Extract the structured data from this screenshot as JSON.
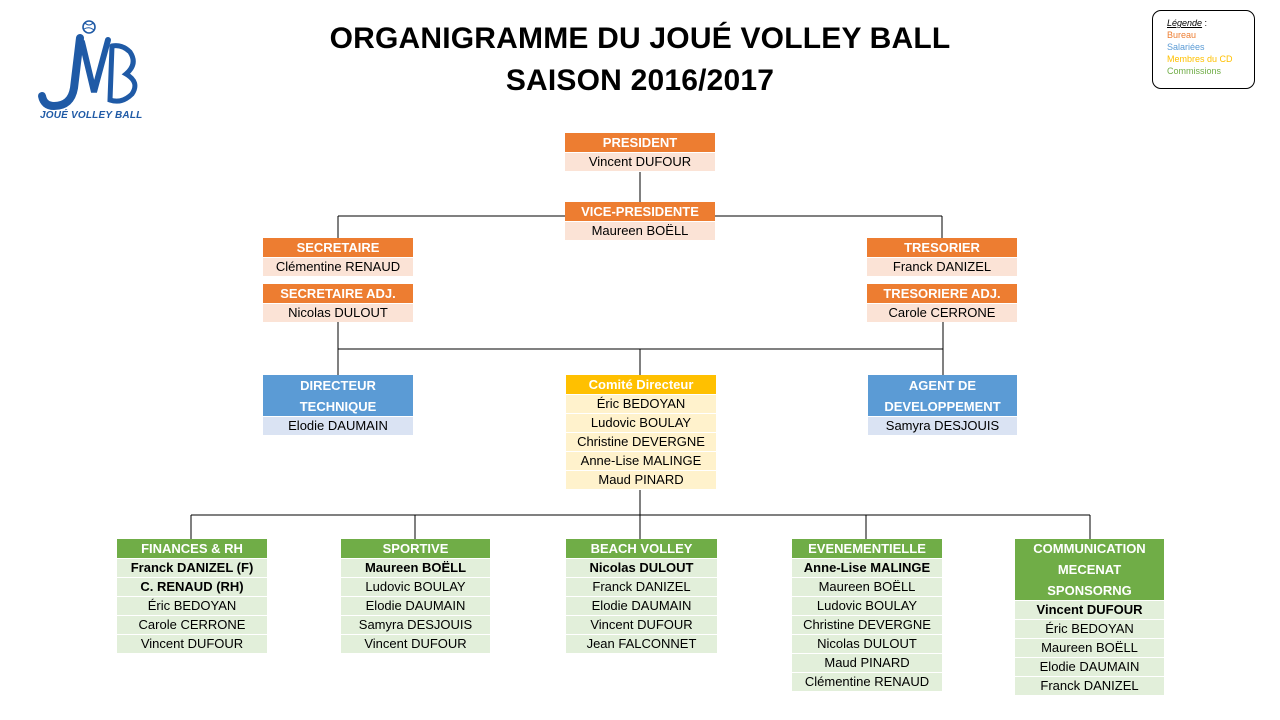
{
  "title": {
    "line1": "ORGANIGRAMME DU JOUÉ VOLLEY BALL",
    "line2": "SAISON 2016/2017"
  },
  "logo": {
    "text": "JOUÉ VOLLEY BALL",
    "color": "#1f5aa6"
  },
  "legend": {
    "title": "Légende",
    "items": [
      {
        "label": "Bureau",
        "color": "#ed7d31"
      },
      {
        "label": "Salariées",
        "color": "#5b9bd5"
      },
      {
        "label": "Membres du CD",
        "color": "#ffc000"
      },
      {
        "label": "Commissions",
        "color": "#70ad47"
      }
    ]
  },
  "colors": {
    "bureau_header": "#ed7d31",
    "bureau_row": "#fbe3d6",
    "salaries_header": "#5b9bd5",
    "salaries_row": "#dae3f3",
    "cd_header": "#ffc000",
    "cd_row": "#fff2cc",
    "commission_header": "#70ad47",
    "commission_row": "#e2efda",
    "line": "#000000"
  },
  "nodes": {
    "president": {
      "title": "PRESIDENT",
      "members": [
        "Vincent DUFOUR"
      ]
    },
    "vice_presidente": {
      "title": "VICE-PRESIDENTE",
      "members": [
        "Maureen BOËLL"
      ]
    },
    "secretaire": {
      "title": "SECRETAIRE",
      "members": [
        "Clémentine RENAUD"
      ]
    },
    "secretaire_adj": {
      "title": "SECRETAIRE ADJ.",
      "members": [
        "Nicolas DULOUT"
      ]
    },
    "tresorier": {
      "title": "TRESORIER",
      "members": [
        "Franck DANIZEL"
      ]
    },
    "tresoriere_adj": {
      "title": "TRESORIERE ADJ.",
      "members": [
        "Carole CERRONE"
      ]
    },
    "directeur_technique": {
      "title": "DIRECTEUR TECHNIQUE",
      "members": [
        "Elodie DAUMAIN"
      ]
    },
    "comite_directeur": {
      "title": "Comité Directeur",
      "members": [
        "Éric BEDOYAN",
        "Ludovic BOULAY",
        "Christine DEVERGNE",
        "Anne-Lise MALINGE",
        "Maud PINARD"
      ]
    },
    "agent_developpement": {
      "title": "AGENT DE DEVELOPPEMENT",
      "members": [
        "Samyra DESJOUIS"
      ]
    },
    "finances_rh": {
      "title": "FINANCES & RH",
      "members": [
        "Franck DANIZEL (F)",
        "C. RENAUD (RH)",
        "Éric BEDOYAN",
        "Carole CERRONE",
        "Vincent DUFOUR"
      ]
    },
    "sportive": {
      "title": "SPORTIVE",
      "members": [
        "Maureen BOËLL",
        "Ludovic BOULAY",
        "Elodie DAUMAIN",
        "Samyra DESJOUIS",
        "Vincent DUFOUR"
      ]
    },
    "beach_volley": {
      "title": "BEACH VOLLEY",
      "members": [
        "Nicolas DULOUT",
        "Franck DANIZEL",
        "Elodie DAUMAIN",
        "Vincent DUFOUR",
        "Jean FALCONNET"
      ]
    },
    "evenementielle": {
      "title": "EVENEMENTIELLE",
      "members": [
        "Anne-Lise MALINGE",
        "Maureen BOËLL",
        "Ludovic BOULAY",
        "Christine DEVERGNE",
        "Nicolas DULOUT",
        "Maud PINARD",
        "Clémentine RENAUD"
      ]
    },
    "communication": {
      "title": "COMMUNICATION MECENAT SPONSORNG",
      "members": [
        "Vincent DUFOUR",
        "Éric BEDOYAN",
        "Maureen BOËLL",
        "Elodie DAUMAIN",
        "Franck DANIZEL"
      ]
    }
  }
}
